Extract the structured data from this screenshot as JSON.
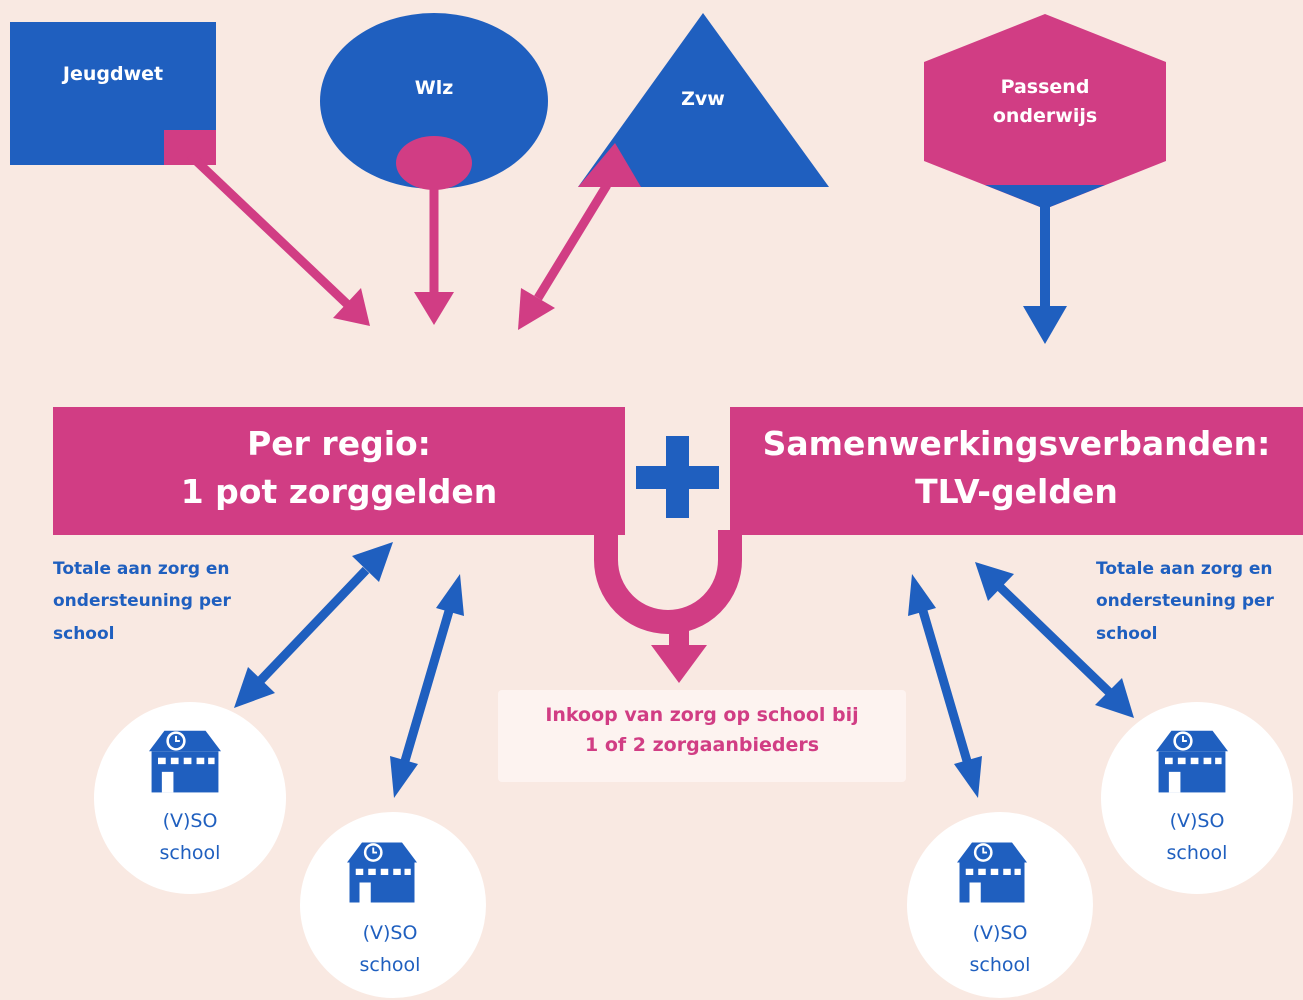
{
  "sources": [
    {
      "label": "Jeugdwet"
    },
    {
      "label": "Wlz"
    },
    {
      "label": "Zvw"
    },
    {
      "label_line1": "Passend",
      "label_line2": "onderwijs"
    }
  ],
  "left_box": {
    "line1": "Per regio:",
    "line2": "1 pot zorggelden"
  },
  "right_box": {
    "line1": "Samenwerkingsverbanden:",
    "line2": "TLV-gelden"
  },
  "side_notes": {
    "left": {
      "line1": "Totale aan zorg en",
      "line2": "ondersteuning per",
      "line3": "school"
    },
    "right": {
      "line1": "Totale aan zorg en",
      "line2": "ondersteuning per",
      "line3": "school"
    }
  },
  "center_note": {
    "line1": "Inkoop van zorg op school bij",
    "line2": "1 of 2 zorgaanbieders"
  },
  "schools": [
    {
      "line1": "(V)SO",
      "line2": "school",
      "icon": "school-building-icon"
    },
    {
      "line1": "(V)SO",
      "line2": "school",
      "icon": "school-building-icon"
    },
    {
      "line1": "(V)SO",
      "line2": "school",
      "icon": "school-building-icon"
    },
    {
      "line1": "(V)SO",
      "line2": "school",
      "icon": "school-building-icon"
    }
  ],
  "colors": {
    "pink": "#d13d84",
    "blue": "#1f5fbf",
    "background": "#f9e9e2",
    "white": "#ffffff"
  }
}
